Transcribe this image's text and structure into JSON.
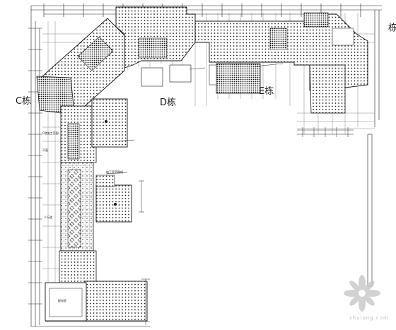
{
  "drawing": {
    "building_labels": {
      "c": "C栋",
      "d": "D栋",
      "e": "E栋",
      "top_right": "栋"
    },
    "annotations": {
      "left_1": "C楼施工范围",
      "left_2": "人行道",
      "left_3": "平面",
      "bottom_box": "配电室",
      "mid": "地下室范围线"
    },
    "watermark": {
      "site_text": "zhulong.com"
    }
  }
}
